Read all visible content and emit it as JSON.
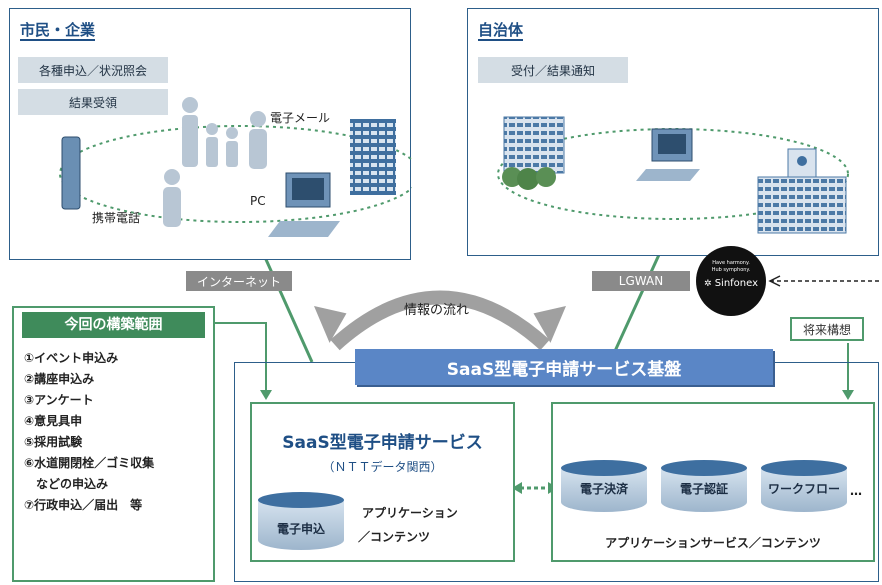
{
  "citizen_panel": {
    "title": "市民・企業",
    "tags": [
      "各種申込／状況照会",
      "結果受領"
    ],
    "labels": {
      "email": "電子メール",
      "mobile": "携帯電話",
      "pc": "PC"
    }
  },
  "gov_panel": {
    "title": "自治体",
    "tags": [
      "受付／結果通知"
    ]
  },
  "network": {
    "internet": "インターネット",
    "lgwan": "LGWAN",
    "flow": "情報の流れ"
  },
  "logo": {
    "line1": "Have harmony.",
    "line2": "Hub symphony.",
    "brand": "Sinfonex"
  },
  "scope": {
    "title": "今回の構築範囲",
    "items": [
      "①イベント申込み",
      "②講座申込み",
      "③アンケート",
      "④意見具申",
      "⑤採用試験",
      "⑥水道開閉栓／ゴミ収集",
      "などの申込み",
      "⑦行政申込／届出　等"
    ]
  },
  "future": {
    "label": "将来構想"
  },
  "platform": {
    "title": "SaaS型電子申請サービス基盤"
  },
  "saas_service": {
    "title": "SaaS型電子申請サービス",
    "subtitle": "（ＮＴＴデータ関西）",
    "db_label": "電子申込",
    "app_label_1": "アプリケーション",
    "app_label_2": "／コンテンツ"
  },
  "app_services": {
    "items": [
      "電子決済",
      "電子認証",
      "ワークフロー"
    ],
    "ellipsis": "…",
    "caption": "アプリケーションサービス／コンテンツ"
  }
}
